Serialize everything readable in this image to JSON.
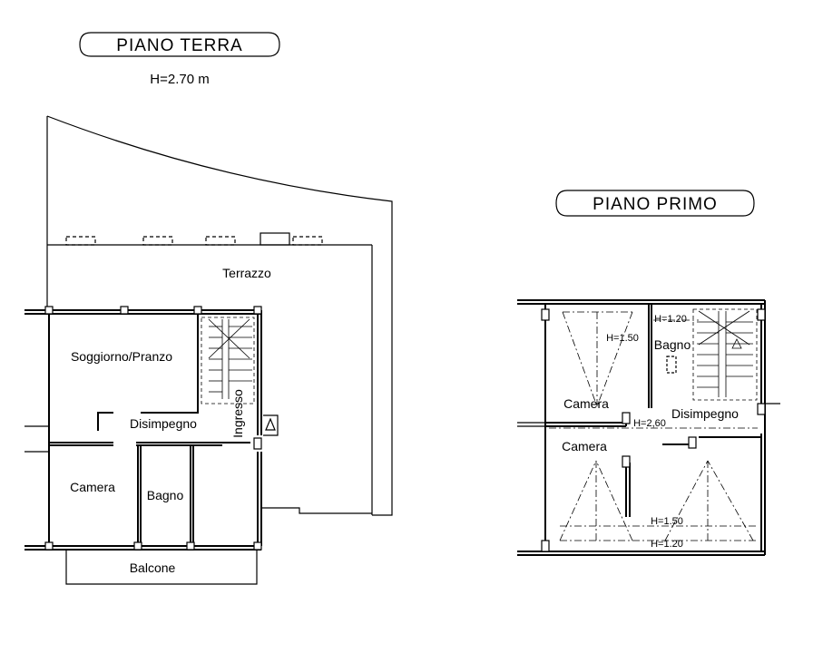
{
  "ground_floor": {
    "title": "PIANO TERRA",
    "height_label": "H=2.70 m",
    "rooms": {
      "terrace": "Terrazzo",
      "living": "Soggiorno/Pranzo",
      "hall": "Disimpegno",
      "entrance": "Ingresso",
      "bedroom": "Camera",
      "bathroom": "Bagno",
      "balcony": "Balcone"
    }
  },
  "first_floor": {
    "title": "PIANO PRIMO",
    "rooms": {
      "bedroom_top": "Camera",
      "bedroom_bottom": "Camera",
      "bathroom": "Bagno",
      "hall": "Disimpegno"
    },
    "heights": {
      "bath_h": "H=1.20",
      "bedroom_top_h": "H=1.50",
      "hall_h": "H=2,60",
      "bedroom_bottom_h1": "H=1.50",
      "bedroom_bottom_h2": "H=1.20"
    }
  }
}
